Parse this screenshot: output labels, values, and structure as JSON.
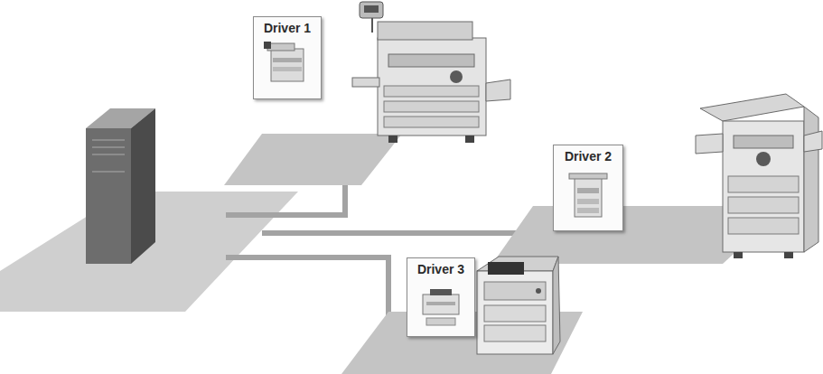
{
  "diagram": {
    "nodes": [
      {
        "text": [
          "Driver 1"
        ]
      },
      {
        "text": [
          "Driver 2"
        ]
      },
      {
        "text": [
          "Driver 3"
        ]
      }
    ]
  }
}
